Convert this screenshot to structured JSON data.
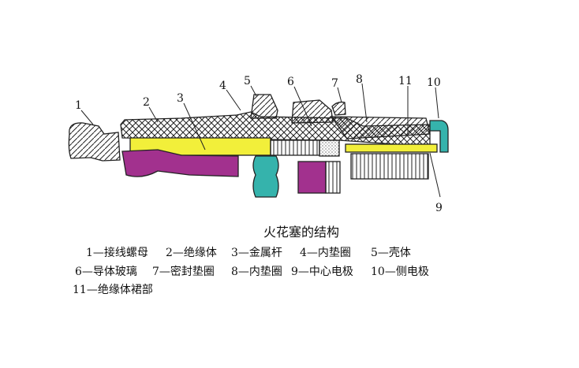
{
  "title": "火花塞的结构",
  "callouts": [
    "1",
    "2",
    "3",
    "4",
    "5",
    "6",
    "7",
    "8",
    "9",
    "10",
    "11"
  ],
  "legend": [
    "1—接线螺母",
    "2—绝缘体",
    "3—金属杆",
    "4—内垫圈",
    "5—壳体",
    "6—导体玻璃",
    "7—密封垫圈",
    "8—内垫圈",
    "9—中心电极",
    "10—侧电极",
    "11—绝缘体裙部"
  ],
  "colors": {
    "yellow": "#f2ef3a",
    "magenta": "#a2318e",
    "teal": "#35b3ac",
    "line": "#222222"
  }
}
